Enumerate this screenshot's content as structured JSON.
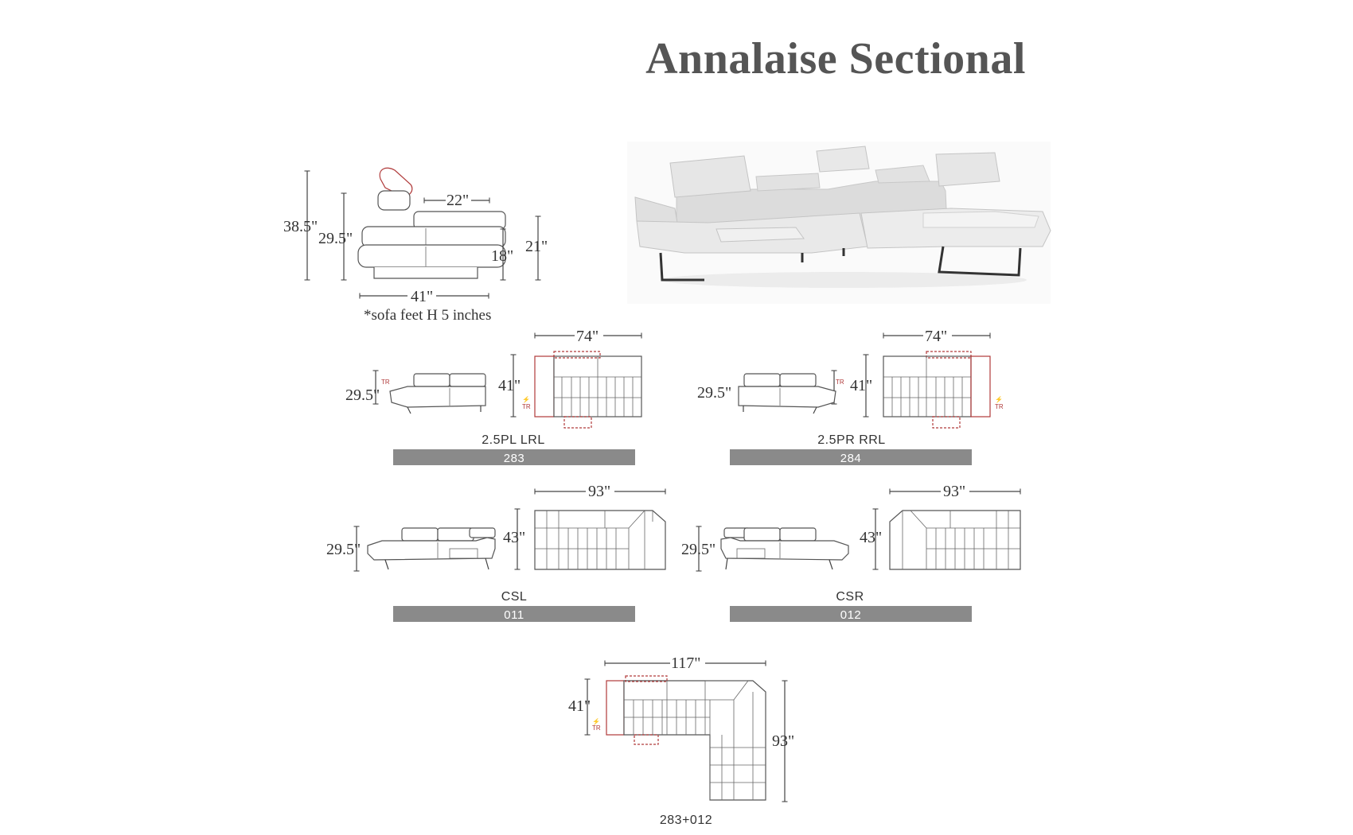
{
  "title": "Annalaise Sectional",
  "side_view": {
    "height_total": "38.5\"",
    "height_back": "29.5\"",
    "headrest_depth": "22\"",
    "seat_height": "18\"",
    "arm_height": "21\"",
    "depth": "41\"",
    "note": "*sofa feet H 5 inches"
  },
  "tr_label": "TR",
  "pieces": [
    {
      "code": "2.5PL LRL",
      "number": "283",
      "side_height": "29.5\"",
      "width": "74\"",
      "depth": "41\""
    },
    {
      "code": "2.5PR RRL",
      "number": "284",
      "side_height": "29.5\"",
      "width": "74\"",
      "depth": "41\""
    },
    {
      "code": "CSL",
      "number": "011",
      "side_height": "29.5\"",
      "width": "93\"",
      "depth": "43\""
    },
    {
      "code": "CSR",
      "number": "012",
      "side_height": "29.5\"",
      "width": "93\"",
      "depth": "43\""
    }
  ],
  "combo": {
    "code": "283+012",
    "width": "117\"",
    "depth_left": "41\"",
    "depth_right": "93\""
  },
  "colors": {
    "title": "#555555",
    "bar": "#8a8a8a",
    "recliner": "#b03a3a"
  }
}
